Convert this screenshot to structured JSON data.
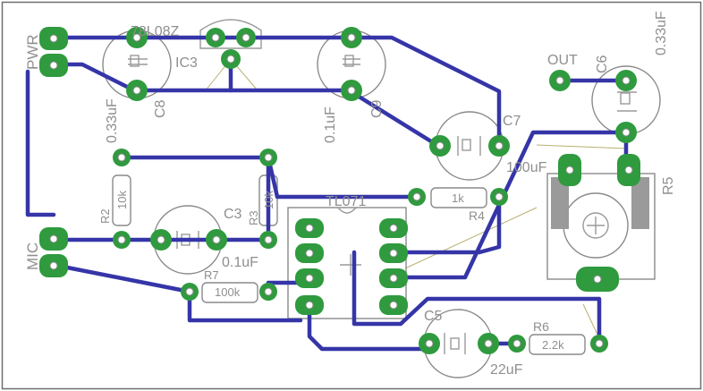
{
  "board": {
    "border_color": "#6e6e6e",
    "copper_color": "#2f9a3e",
    "trace_color": "#3535a8",
    "silk_color": "#8f8f8f"
  },
  "labels": {
    "pwr": "PWR",
    "mic": "MIC",
    "out": "OUT",
    "ic3": "IC3",
    "ic3_part": "78L08Z",
    "ic_main": "TL071",
    "c3": "C3",
    "c3_val": "0.1uF",
    "c5": "C5",
    "c5_val": "22uF",
    "c6": "C6",
    "c6_val": "0.33uF",
    "c7": "C7",
    "c7_val": "100uF",
    "c8": "C8",
    "c8_val": "0.33uF",
    "c9": "C9",
    "c9_val": "0.1uF",
    "r2": "R2",
    "r2_val": "10k",
    "r3": "R3",
    "r3_val": "10k",
    "r4": "R4",
    "r4_val": "1k",
    "r5": "R5",
    "r6": "R6",
    "r6_val": "2.2k",
    "r7": "R7",
    "r7_val": "100k"
  }
}
